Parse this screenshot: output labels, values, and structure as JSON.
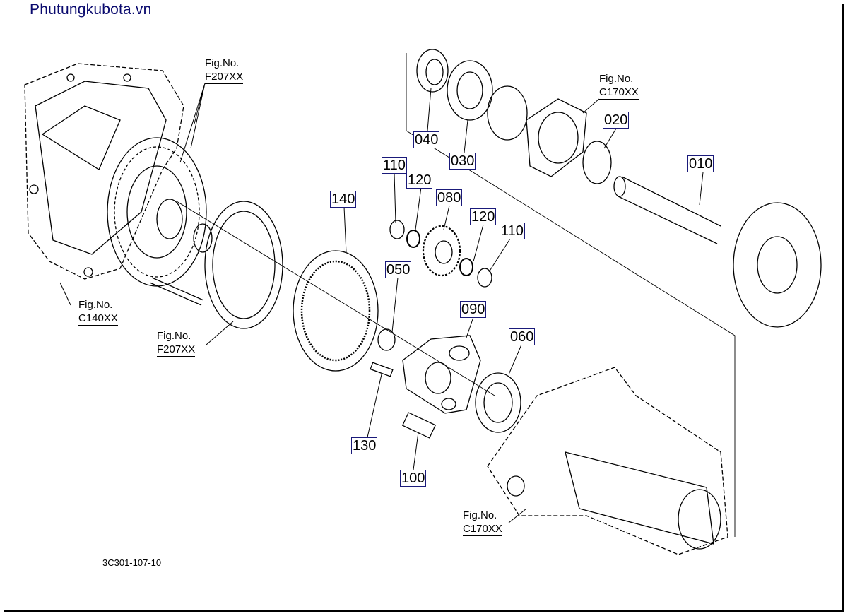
{
  "watermark": "Phutungkubota.vn",
  "drawing_ref": "3C301-107-10",
  "part_numbers": {
    "p010": "010",
    "p020": "020",
    "p030": "030",
    "p040": "040",
    "p050": "050",
    "p060": "060",
    "p080": "080",
    "p090": "090",
    "p100": "100",
    "p110a": "110",
    "p110b": "110",
    "p120a": "120",
    "p120b": "120",
    "p130": "130",
    "p140": "140"
  },
  "figure_refs": {
    "fig_label": "Fig.No.",
    "f207_top": "F207XX",
    "f207_mid": "F207XX",
    "c140": "C140XX",
    "c170_top": "C170XX",
    "c170_bottom": "C170XX"
  },
  "colors": {
    "label_border": "#1a1a7a",
    "watermark": "#0a0a6e"
  }
}
